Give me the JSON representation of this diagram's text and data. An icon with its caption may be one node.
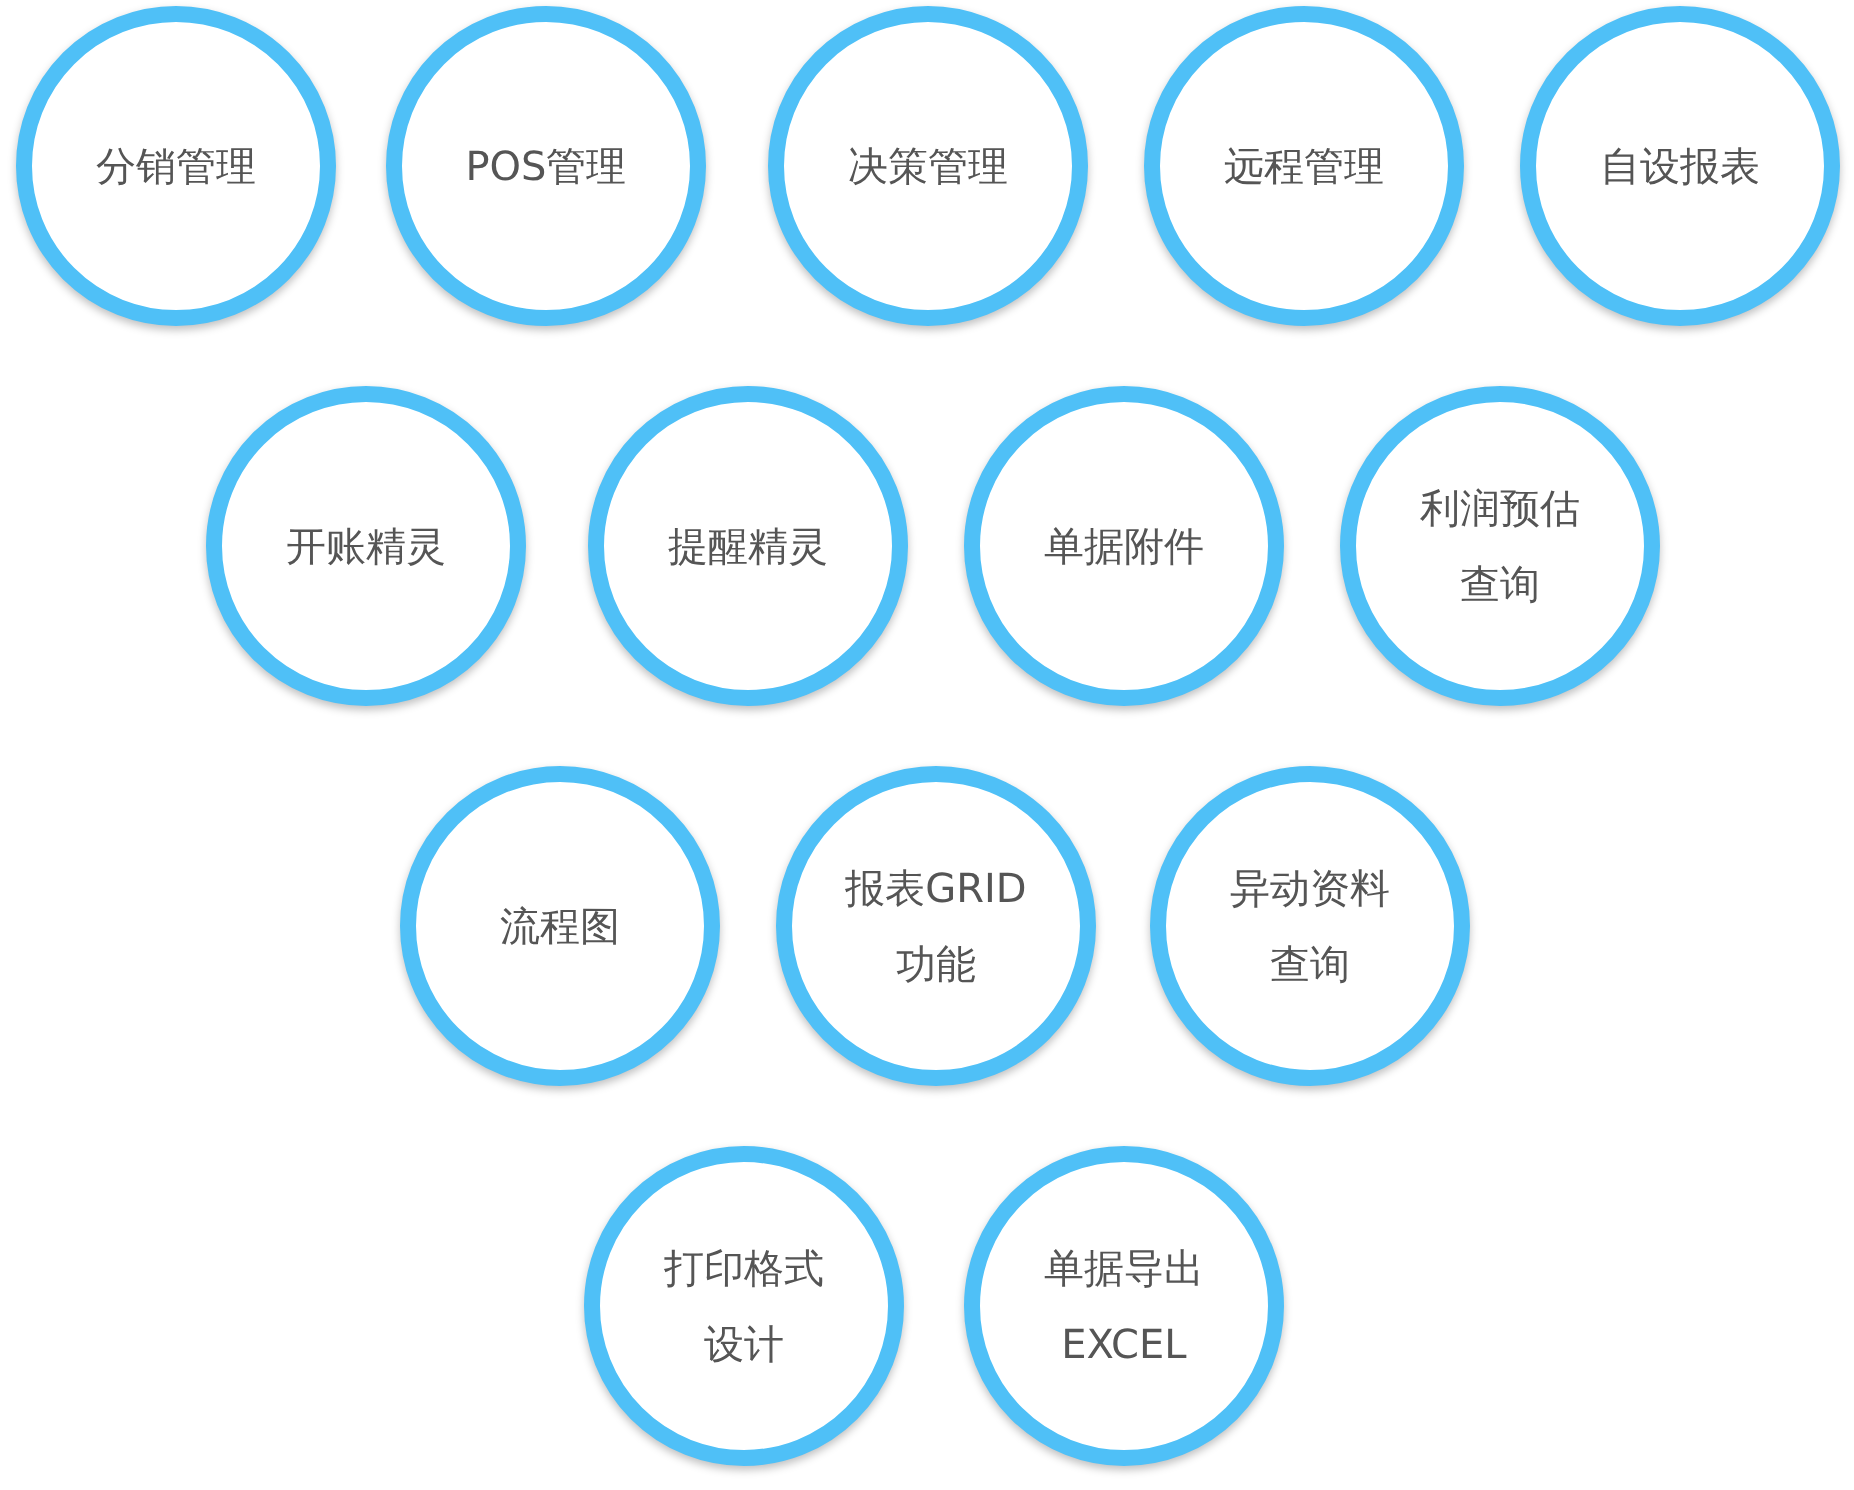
{
  "diagram": {
    "nodes": [
      {
        "text": [
          "分销管理"
        ]
      },
      {
        "text": [
          "POS管理"
        ]
      },
      {
        "text": [
          "决策管理"
        ]
      },
      {
        "text": [
          "远程管理"
        ]
      },
      {
        "text": [
          "自设报表"
        ]
      },
      {
        "text": [
          "开账精灵"
        ]
      },
      {
        "text": [
          "提醒精灵"
        ]
      },
      {
        "text": [
          "单据附件"
        ]
      },
      {
        "text": [
          "利润预估查询"
        ]
      },
      {
        "text": [
          "流程图"
        ]
      },
      {
        "text": [
          "报表GRID功能"
        ]
      },
      {
        "text": [
          "异动资料查询"
        ]
      },
      {
        "text": [
          "打印格式设计"
        ]
      },
      {
        "text": [
          "单据导出EXCEL"
        ]
      }
    ]
  }
}
